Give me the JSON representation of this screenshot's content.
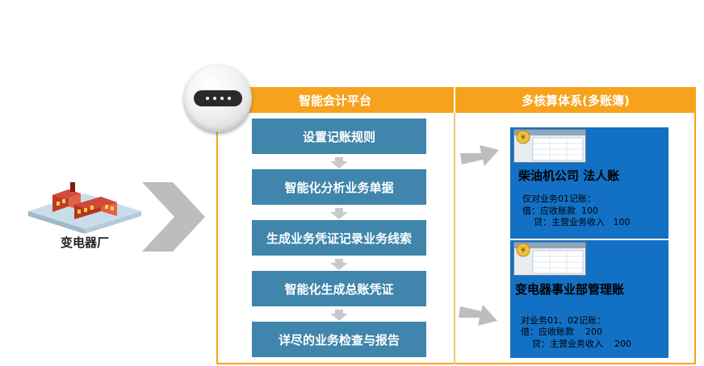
{
  "factory": {
    "label": "变电器厂"
  },
  "platform": {
    "title": "智能会计平台",
    "steps": [
      "设置记账规则",
      "智能化分析业务单据",
      "生成业务凭证记录业务线索",
      "智能化生成总账凭证",
      "详尽的业务检查与报告"
    ]
  },
  "ledgers": {
    "title": "多核算体系(多账簿)",
    "books": [
      {
        "title": "柴油机公司 法人账",
        "note": "仅对业务01记账：",
        "debit": "借：应收账款  100",
        "credit": "    贷：主营业务收入   100"
      },
      {
        "title": "变电器事业部管理账",
        "note": "对业务01、02记账：",
        "debit": "借：应收账款    200",
        "credit": "    贷：主营业务收入    200"
      }
    ]
  },
  "colors": {
    "accent": "#f7a21c",
    "step": "#3f85ac",
    "ledger": "#1271c4",
    "arrow": "#bdbdbd"
  }
}
